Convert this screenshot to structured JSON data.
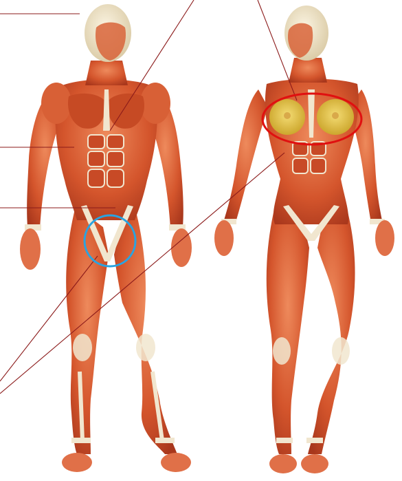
{
  "figures": [
    {
      "name": "male-muscle-figure"
    },
    {
      "name": "female-muscle-figure"
    }
  ],
  "colors": {
    "muscle": "#d4552c",
    "muscle_dark": "#a8371c",
    "muscle_light": "#ec8a5a",
    "tendon": "#f1e6cf",
    "skull": "#efe4c8",
    "fat": "#e6c64a",
    "leader_line": "#8b1a1a",
    "blue_circle": "#2aa3e0",
    "red_ellipse": "#e01010",
    "background": "#ffffff"
  },
  "annotations": {
    "groin_highlight": {
      "shape": "circle",
      "color": "#2aa3e0"
    },
    "breast_highlight": {
      "shape": "ellipse",
      "color": "#e01010"
    }
  }
}
